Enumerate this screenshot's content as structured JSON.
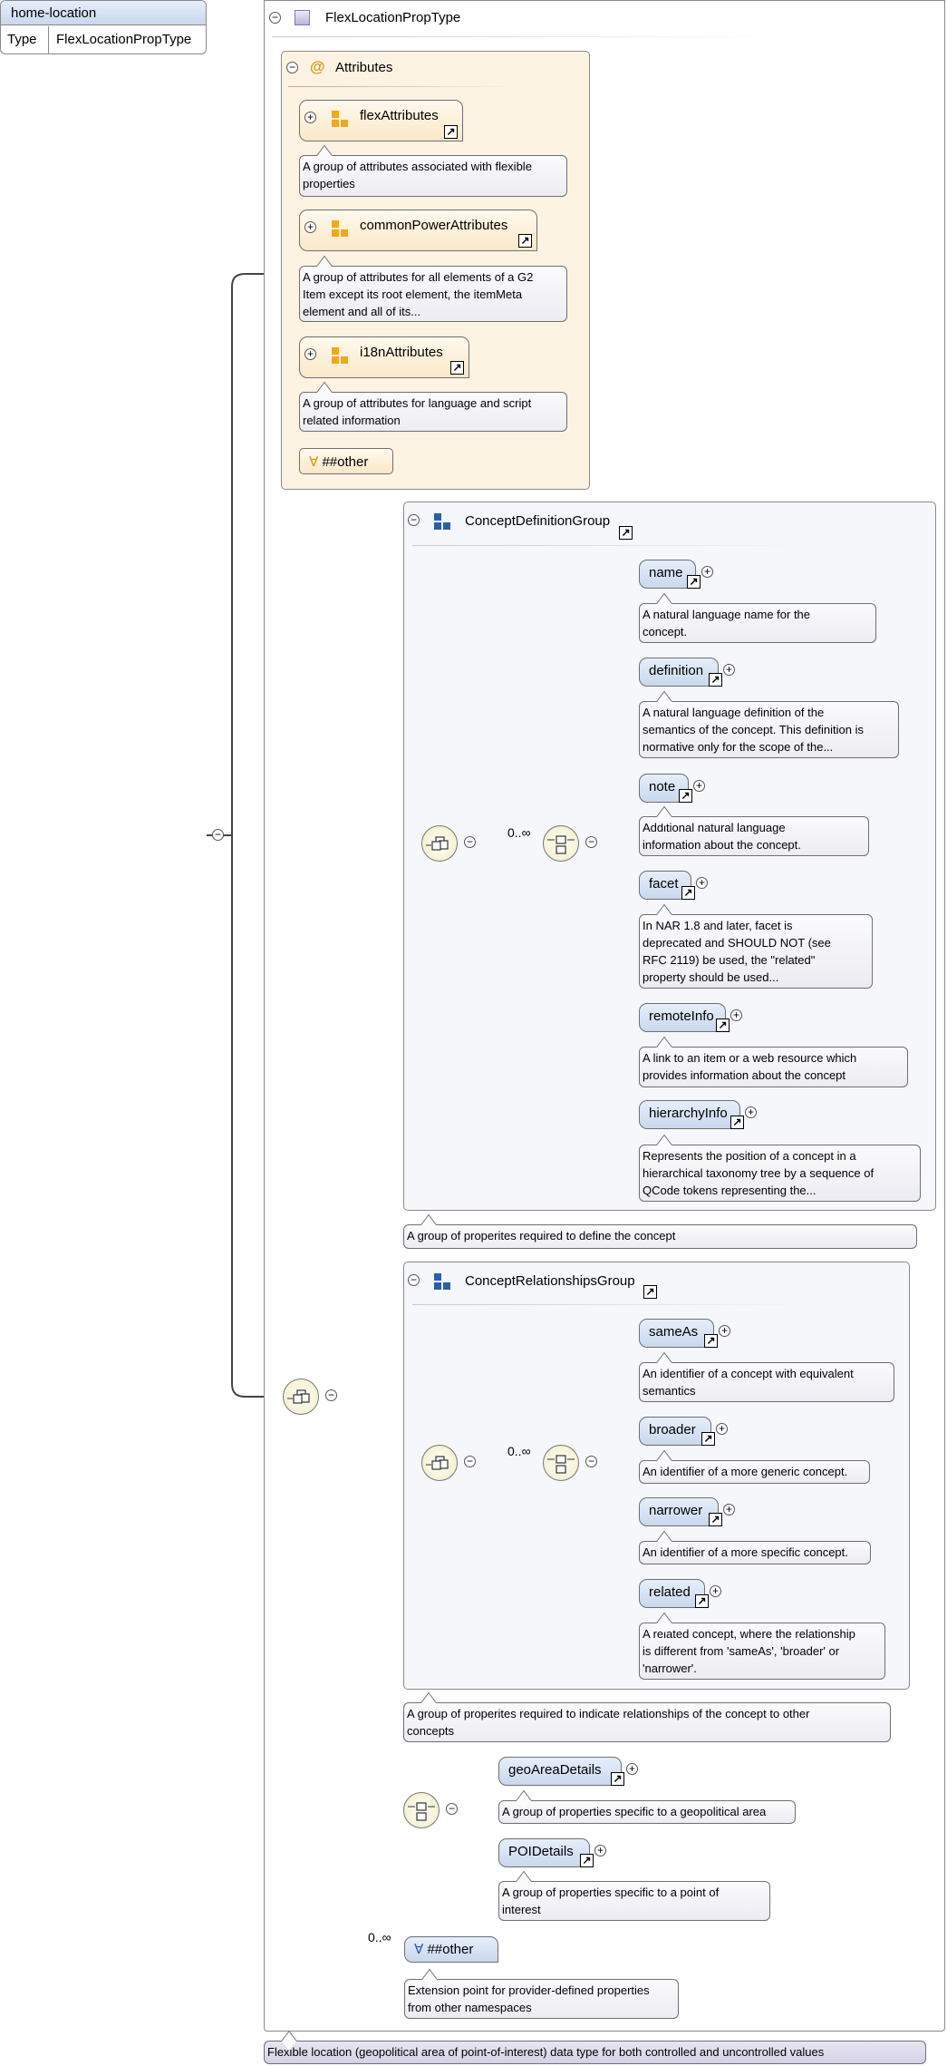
{
  "root": {
    "name": "home-location",
    "type_label": "Type",
    "type_value": "FlexLocationPropType"
  },
  "complex_type": {
    "name": "FlexLocationPropType",
    "annotation": "Flexible location (geopolitical area of point-of-interest) data type for both controlled and uncontrolled values"
  },
  "attributes": {
    "title": "Attributes",
    "groups": [
      {
        "name": "flexAttributes",
        "doc": [
          "A group of attributes associated with flexible",
          "properties"
        ]
      },
      {
        "name": "commonPowerAttributes",
        "doc": [
          "A group of attributes for all elements of a G2",
          "Item except its root element, the itemMeta",
          "element and all of its..."
        ]
      },
      {
        "name": "i18nAttributes",
        "doc": [
          "A group of attributes for language and script",
          "related information"
        ]
      }
    ],
    "any_attribute": "##other"
  },
  "concept_definition_group": {
    "name": "ConceptDefinitionGroup",
    "occurrence": "0..∞",
    "doc": [
      "A group of properites required to define the concept"
    ],
    "elements": [
      {
        "name": "name",
        "doc": [
          "A natural language name for the",
          "concept."
        ]
      },
      {
        "name": "definition",
        "doc": [
          "A natural language definition of the",
          "semantics of the concept. This definition is",
          "normative only for the scope of the..."
        ]
      },
      {
        "name": "note",
        "doc": [
          "Additional natural language",
          "information about the concept."
        ]
      },
      {
        "name": "facet",
        "doc": [
          "In NAR 1.8 and later, facet is",
          "deprecated and SHOULD NOT (see",
          "RFC 2119) be used, the \"related\"",
          "property should be used..."
        ]
      },
      {
        "name": "remoteInfo",
        "doc": [
          "A link to an item or a web resource which",
          "provides information about the concept"
        ]
      },
      {
        "name": "hierarchyInfo",
        "doc": [
          "Represents the position of a concept in a",
          "hierarchical taxonomy tree by a sequence of",
          "QCode tokens representing the..."
        ]
      }
    ]
  },
  "concept_relationships_group": {
    "name": "ConceptRelationshipsGroup",
    "occurrence": "0..∞",
    "doc": [
      "A group of properites required to indicate relationships of the concept to other",
      "concepts"
    ],
    "elements": [
      {
        "name": "sameAs",
        "doc": [
          "An identifier of a concept with equivalent",
          "semantics"
        ]
      },
      {
        "name": "broader",
        "doc": [
          "An identifier of a more generic concept."
        ]
      },
      {
        "name": "narrower",
        "doc": [
          "An identifier of a more specific concept."
        ]
      },
      {
        "name": "related",
        "doc": [
          "A related concept, where the relationship",
          "is different from 'sameAs', 'broader' or",
          "'narrower'."
        ]
      }
    ]
  },
  "choice": {
    "elements": [
      {
        "name": "geoAreaDetails",
        "doc": [
          "A group of properties specific to a geopolitical area"
        ]
      },
      {
        "name": "POIDetails",
        "doc": [
          "A group of properties specific to a point of",
          "interest"
        ]
      }
    ]
  },
  "any_element": {
    "name": "##other",
    "occurrence": "0..∞",
    "doc": [
      "Extension point for provider-defined properties",
      "from other namespaces"
    ]
  },
  "symbols": {
    "collapse": "−",
    "expand": "+",
    "link": "↗",
    "attribute": "@",
    "any": "∀"
  },
  "colors": {
    "element": "#d3e0f2",
    "attribute_panel": "#fdf3e3",
    "group_panel": "#f5f7fb",
    "annotation": "#dcdaeb"
  }
}
